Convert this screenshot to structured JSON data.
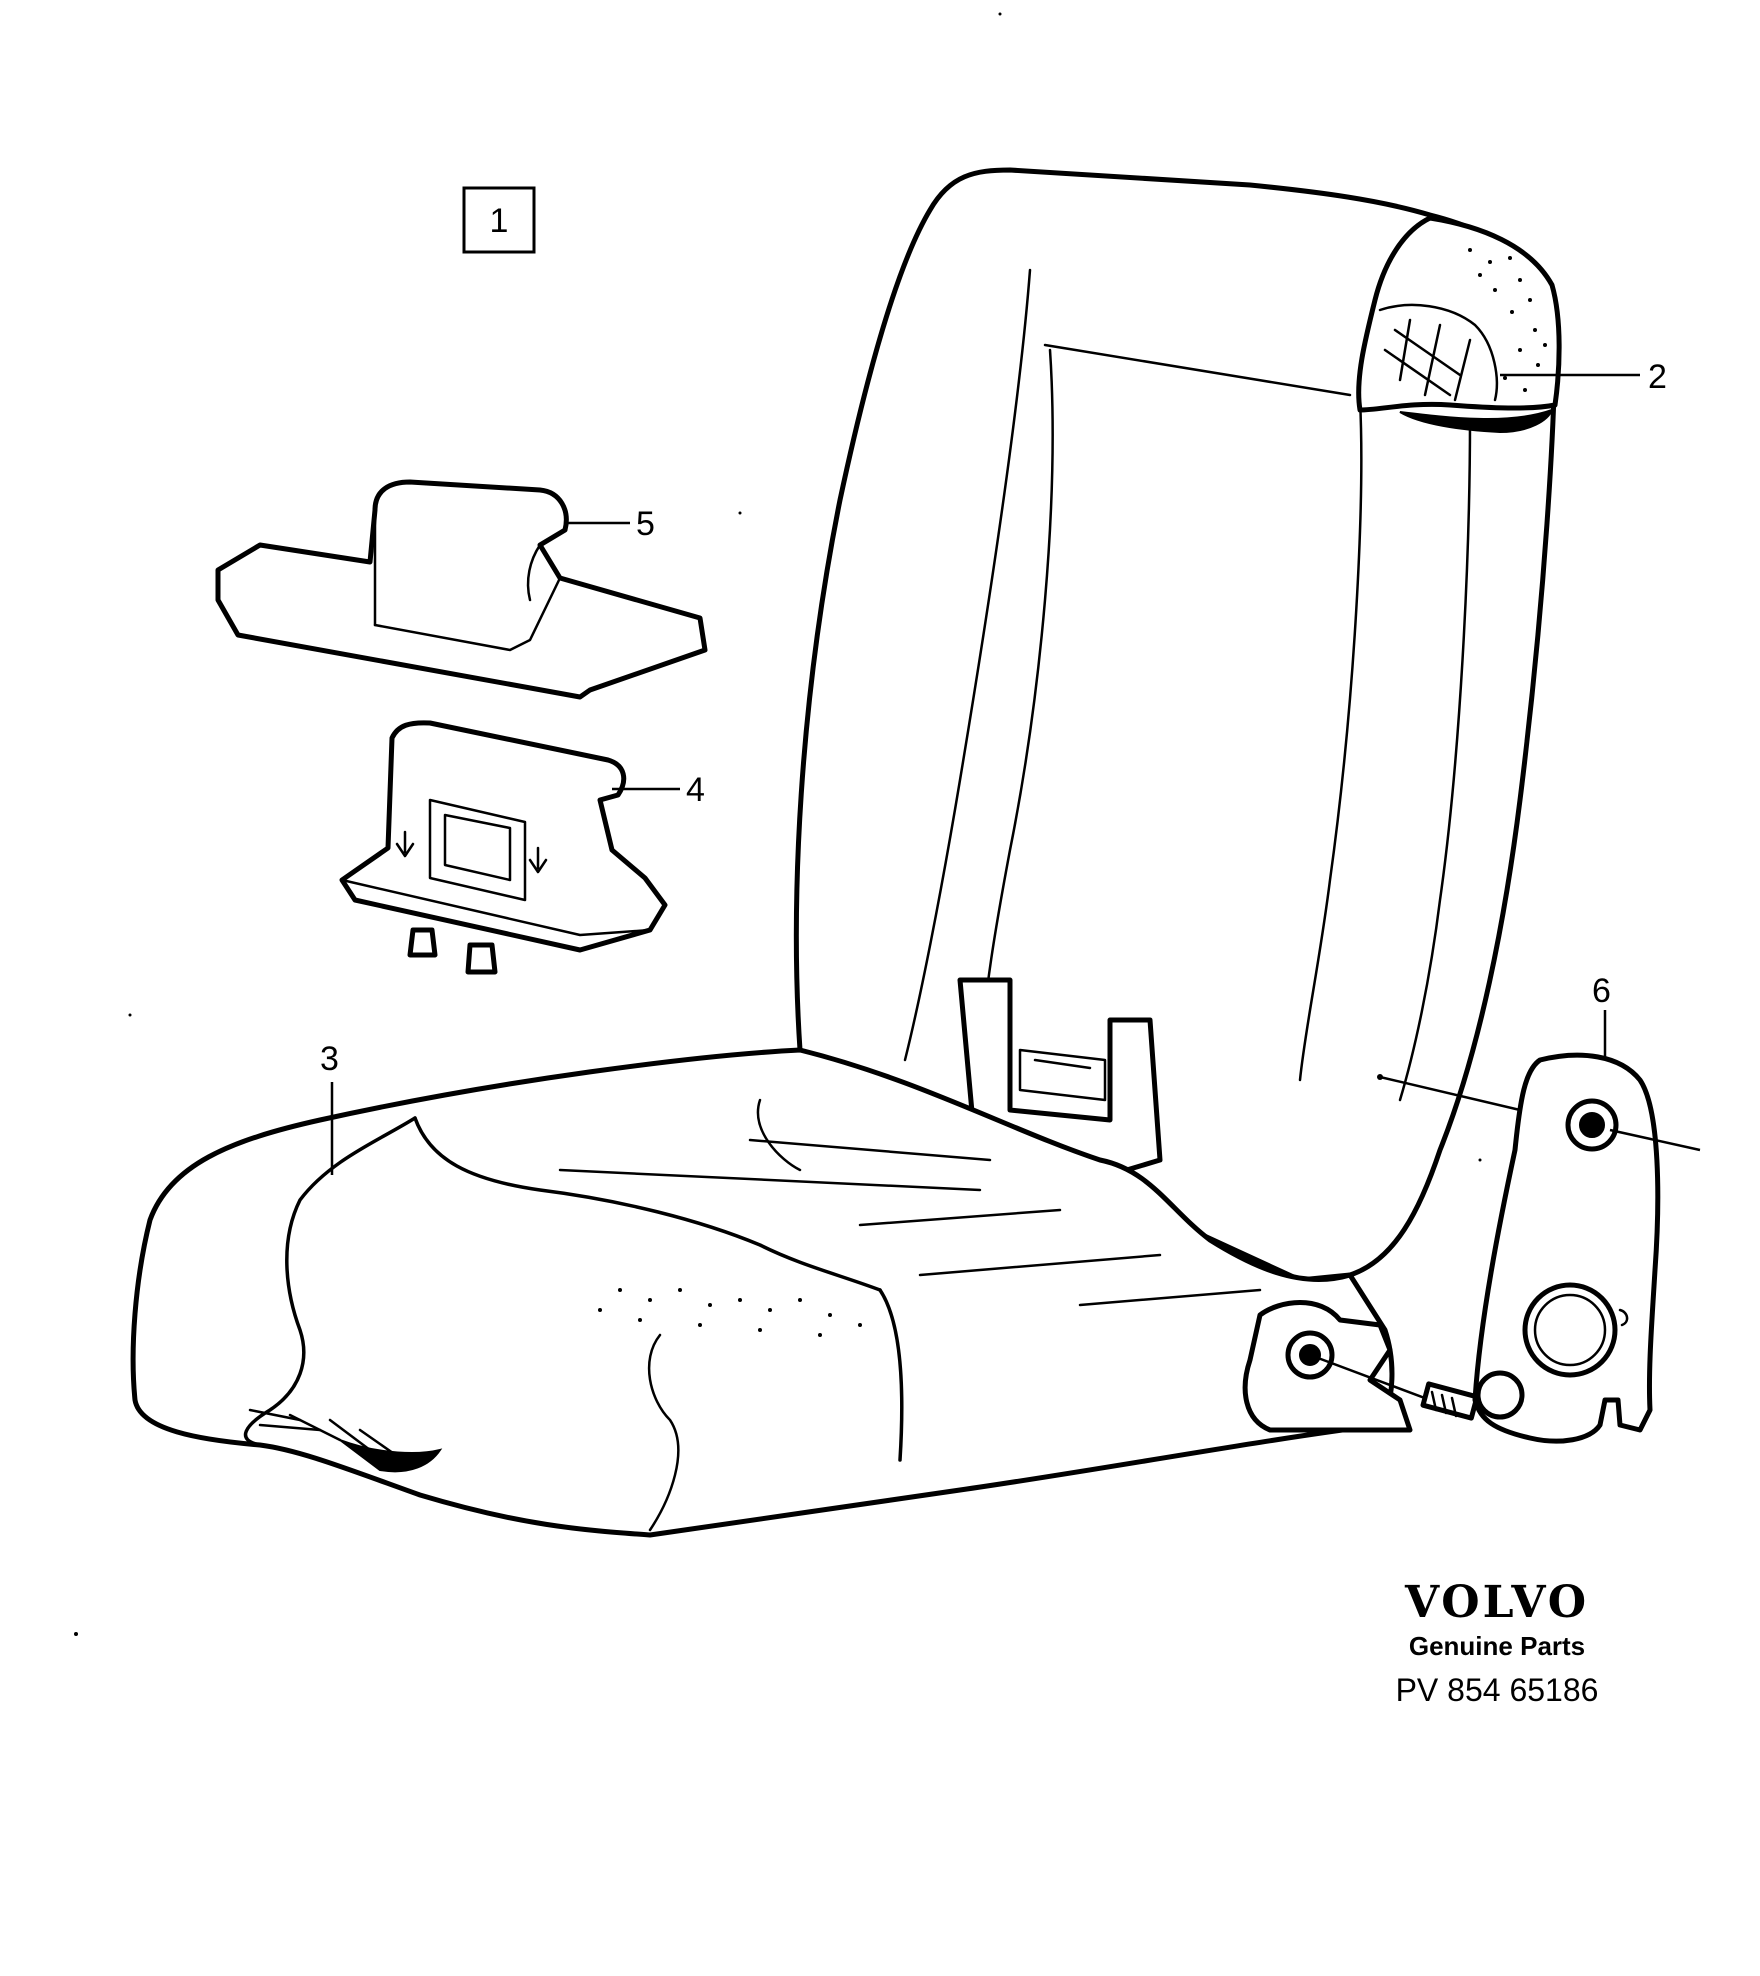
{
  "diagram": {
    "group_label": "1",
    "callouts": {
      "headrest": "2",
      "seat_cushion": "3",
      "clip_lower": "4",
      "clip_upper": "5",
      "hinge_plate": "6"
    }
  },
  "brand": {
    "name": "VOLVO",
    "tagline": "Genuine Parts",
    "code": "PV 854 65186"
  }
}
